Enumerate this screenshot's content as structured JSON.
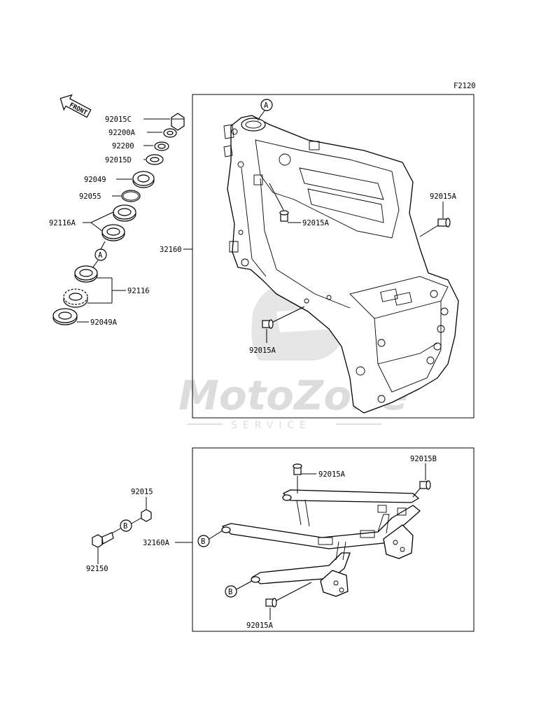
{
  "figure_code": "F2120",
  "front_label": "FRONT",
  "watermark": {
    "brand": "MotoZone",
    "sub": "SERVICE"
  },
  "ref_markers": {
    "a": "A",
    "b": "B"
  },
  "upper_panel": {
    "assembly": "32160",
    "parts": {
      "p92015C": "92015C",
      "p92200A": "92200A",
      "p92200": "92200",
      "p92015D": "92015D",
      "p92049": "92049",
      "p92055": "92055",
      "p92116A": "92116A",
      "p92116": "92116",
      "p92049A": "92049A",
      "bolt_frame": "92015A",
      "bolt_side": "92015A",
      "bolt_lower": "92015A"
    }
  },
  "lower_panel": {
    "assembly": "32160A",
    "parts": {
      "p92015": "92015",
      "p92150": "92150",
      "bolt_top": "92015A",
      "bolt_92015B": "92015B",
      "bolt_bottom": "92015A"
    }
  }
}
